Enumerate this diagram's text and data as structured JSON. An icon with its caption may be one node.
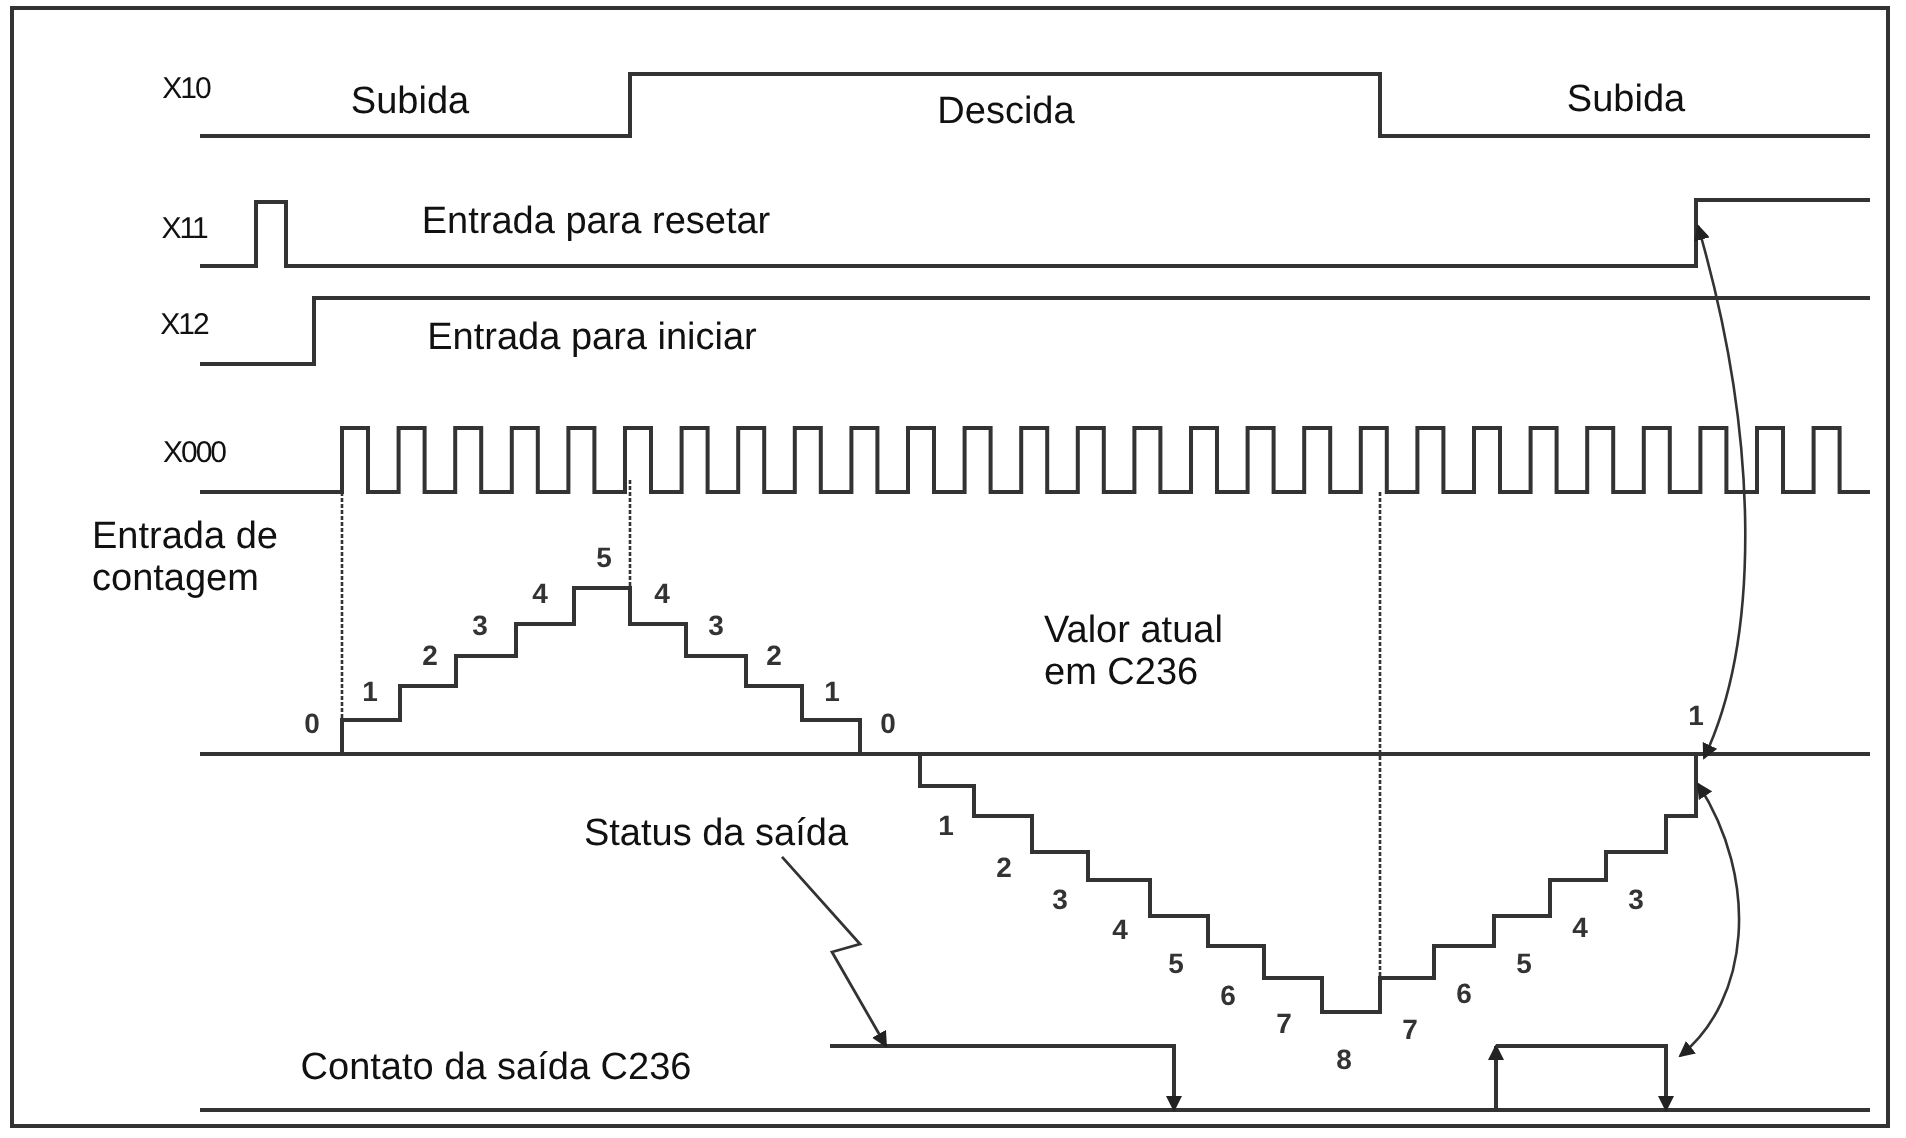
{
  "diagram": {
    "nodes": [
      {
        "text": [
          "Status da saída"
        ]
      },
      {
        "text": [],
        "shape": "line"
      }
    ],
    "edges": [
      {
        "from": 0,
        "to": 1,
        "arrow": "to"
      }
    ],
    "labels": [
      "X10",
      "Subida",
      "Descida",
      "Subida",
      "X11",
      "Entrada para resetar",
      "X12",
      "Entrada para iniciar",
      "X000",
      "Entrada de contagem",
      "5",
      "4",
      "4",
      "3",
      "3",
      "2",
      "2",
      "1",
      "1",
      "Valor atual em C236",
      "0",
      "0",
      "1",
      "1",
      "2",
      "3",
      "3",
      "4",
      "4",
      "5",
      "5",
      "6",
      "6",
      "7",
      "7",
      "8",
      "Contato da saída C236"
    ]
  }
}
